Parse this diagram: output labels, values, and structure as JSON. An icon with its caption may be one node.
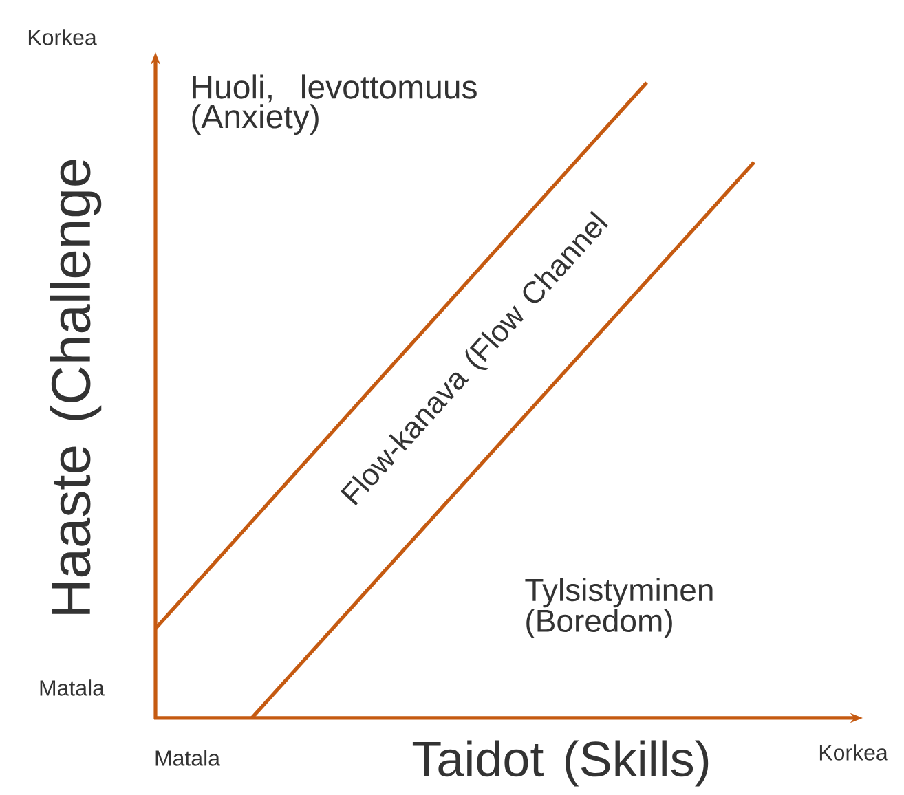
{
  "diagram": {
    "labels": [
      "Korkea",
      "Huoli, levottomuus (Anxiety)",
      "Haaste (Challenge",
      "Flow-kanava (Flow Channel",
      "Tylsistyminen (Boredom)",
      "Matala",
      "Matala",
      "Taidot (Skills)",
      "Korkea"
    ]
  }
}
